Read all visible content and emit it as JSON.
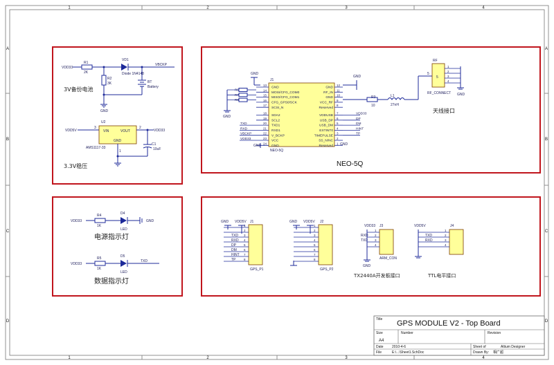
{
  "frame": {
    "col_marks": [
      "1",
      "2",
      "3",
      "4"
    ],
    "row_marks": [
      "A",
      "B",
      "C",
      "D"
    ]
  },
  "title_block": {
    "title_label": "Title",
    "title": "GPS MODULE V2 - Top Board",
    "size_label": "Size",
    "size": "A4",
    "number_label": "Number",
    "revision_label": "Revision",
    "date_label": "Date",
    "date": "2010-4-6",
    "file_label": "File",
    "file": "E:\\...\\Sheet1.SchDoc",
    "sheet_label": "Sheet of",
    "drawn_label": "Drawn By:",
    "company": "Altium Designer",
    "author": "相广超"
  },
  "backup": {
    "net_vdd33": "VDD33",
    "r1": "R1",
    "r1_val": "2K",
    "vd1": "VD1",
    "vd1_val": "Diode 1N4148",
    "vbckp": "VBCKP",
    "r2": "R2",
    "r2_val": "3K",
    "bt": "BT",
    "bt_val": "Battery",
    "gnd": "GND",
    "label": "3V备份电池"
  },
  "regulator": {
    "net_in": "VDD5V",
    "u2": "U2",
    "u2_val": "AMS1117-33",
    "vin": "VIN",
    "vout": "VOUT",
    "gnd": "GND",
    "pin3": "3",
    "pin2": "2",
    "pin1": "1",
    "net_out": "VDD33",
    "c1": "C1",
    "c1_val": "10uF",
    "label": "3.3V稳压"
  },
  "neo": {
    "j1": "J1",
    "part": "NEO-5Q",
    "title": "NEO-5Q",
    "left_pins": [
      {
        "num": "13",
        "name": "GND",
        "net": ""
      },
      {
        "num": "14",
        "name": "MOSI/CFG_COM0",
        "net": ""
      },
      {
        "num": "15",
        "name": "MISO/CFG_COM1",
        "net": ""
      },
      {
        "num": "16",
        "name": "CFG_GPS0/SCK",
        "net": ""
      },
      {
        "num": "17",
        "name": "SCSI_N",
        "net": ""
      },
      {
        "num": "18",
        "name": "SDA2",
        "net": ""
      },
      {
        "num": "19",
        "name": "SCL2",
        "net": ""
      },
      {
        "num": "20",
        "name": "TXD1",
        "net": "TXD"
      },
      {
        "num": "21",
        "name": "RXD1",
        "net": "RXD"
      },
      {
        "num": "22",
        "name": "V_BCKP",
        "net": "VBCKP"
      },
      {
        "num": "23",
        "name": "VCC",
        "net": "VDD33"
      },
      {
        "num": "24",
        "name": "GND",
        "net": ""
      }
    ],
    "right_pins": [
      {
        "num": "12",
        "name": "GND",
        "net": ""
      },
      {
        "num": "11",
        "name": "RF_IN",
        "net": ""
      },
      {
        "num": "10",
        "name": "GND",
        "net": ""
      },
      {
        "num": "9",
        "name": "VCC_RF",
        "net": ""
      },
      {
        "num": "8",
        "name": "Reserved",
        "net": ""
      },
      {
        "num": "7",
        "name": "VDDUSB",
        "net": "VDD33"
      },
      {
        "num": "6",
        "name": "USB_DP",
        "net": "DP"
      },
      {
        "num": "5",
        "name": "USB_DM",
        "net": "DM"
      },
      {
        "num": "4",
        "name": "EXTINT0",
        "net": "HINT"
      },
      {
        "num": "3",
        "name": "TIMEPULSE",
        "net": "TP"
      },
      {
        "num": "2",
        "name": "SS_N/NC",
        "net": ""
      },
      {
        "num": "1",
        "name": "Reserved",
        "net": ""
      }
    ],
    "resistor_refs": [
      "R6",
      "R7",
      "R8"
    ],
    "gnd": "GND",
    "r3": "R3",
    "r3_val": "10",
    "l1": "L1",
    "l1_val": "27nH",
    "rf": "RF",
    "rf_part": "RF_CONNECT",
    "rf_pin": "5",
    "rf_pins": [
      "1",
      "2",
      "3",
      "4"
    ],
    "rf_label": "天线接口"
  },
  "leds": {
    "vdd33": "VDD33",
    "r4": "R4",
    "r4_val": "1K",
    "d4": "D4",
    "d4_val": "LED",
    "gnd": "GND",
    "power_label": "电源指示灯",
    "r5": "R5",
    "r5_val": "1K",
    "d5": "D5",
    "d5_val": "LED",
    "txd": "TXD",
    "data_label": "数据指示灯"
  },
  "headers": {
    "p1": {
      "gnd": "GND",
      "vdd": "VDD5V",
      "ref": "J1",
      "name": "GPS_P1",
      "nets": [
        "",
        "",
        "TXD",
        "RXD",
        "DP",
        "DM",
        "HINT",
        "TP"
      ],
      "pins": [
        "1",
        "2",
        "3",
        "4",
        "5",
        "6",
        "7",
        "8"
      ]
    },
    "p2": {
      "gnd": "GND",
      "vdd": "VDD5V",
      "ref": "J2",
      "name": "GPS_P2",
      "pins": [
        "1",
        "2",
        "3",
        "4",
        "5",
        "6",
        "7",
        "8"
      ]
    },
    "j3": {
      "vdd": "VDD33",
      "ref": "J3",
      "name": "ARM_CON",
      "gnd": "GND",
      "nets": [
        "",
        "RXD",
        "TXD",
        ""
      ],
      "pins": [
        "1",
        "2",
        "3",
        "4"
      ],
      "label": "TX2440A开发板接口"
    },
    "j4": {
      "vdd": "VDD5V",
      "ref": "J4",
      "gnd": "GND",
      "nets": [
        "",
        "TXD",
        "RXD",
        ""
      ],
      "pins": [
        "1",
        "2",
        "3",
        "4"
      ],
      "label": "TTL电平接口"
    }
  }
}
